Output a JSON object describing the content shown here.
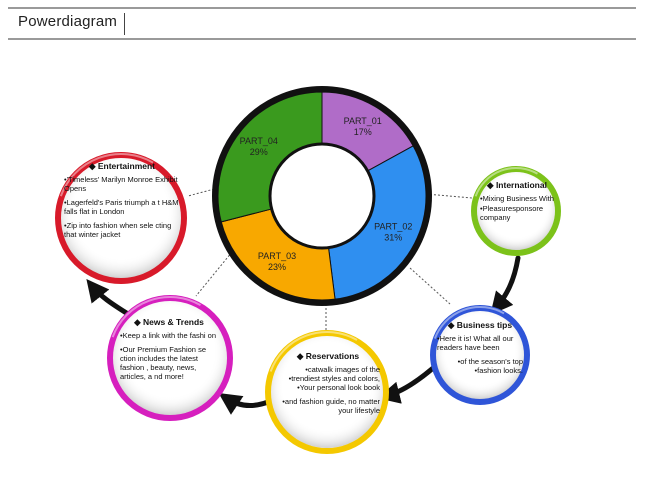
{
  "header": {
    "title": "Powerdiagram"
  },
  "chart_data": {
    "type": "pie",
    "categories": [
      "PART_01",
      "PART_02",
      "PART_03",
      "PART_04"
    ],
    "values": [
      17,
      31,
      23,
      29
    ],
    "labels": [
      "17%",
      "31%",
      "23%",
      "29%"
    ],
    "colors": [
      "#b06cc8",
      "#2f8ff0",
      "#f8a800",
      "#3a9a1e"
    ]
  },
  "bubbles": {
    "entertainment": {
      "title": "◆ Entertainment",
      "color": "#d81a2a",
      "lines": [
        "•'Timeless' Marilyn Monroe Exhibit Opens",
        "•Lagerfeld's Paris triumph a t H&M falls flat in London",
        "•Zip into fashion when sele cting that winter jacket"
      ]
    },
    "international": {
      "title": "◆ International",
      "color": "#7cc21a",
      "lines": [
        "•Mixing Business With",
        "•Pleasuresponsore company"
      ]
    },
    "business": {
      "title": "◆ Business tips",
      "color": "#2f55d8",
      "lines": [
        "•Here it is! What all our readers have been",
        "•of the season's top •fashion looks."
      ]
    },
    "reservations": {
      "title": "◆ Reservations",
      "color": "#f4c800",
      "lines": [
        "•catwalk images of the •trendiest styles and colors, •Your personal look book",
        "•and fashion guide, no matter your lifestyle"
      ]
    },
    "news": {
      "title": "◆ News & Trends",
      "color": "#d61fbe",
      "lines": [
        "•Keep a link with the fashi on",
        "•Our Premium Fashion se ction includes the latest fashion , beauty, news, articles, a nd more!"
      ]
    }
  }
}
